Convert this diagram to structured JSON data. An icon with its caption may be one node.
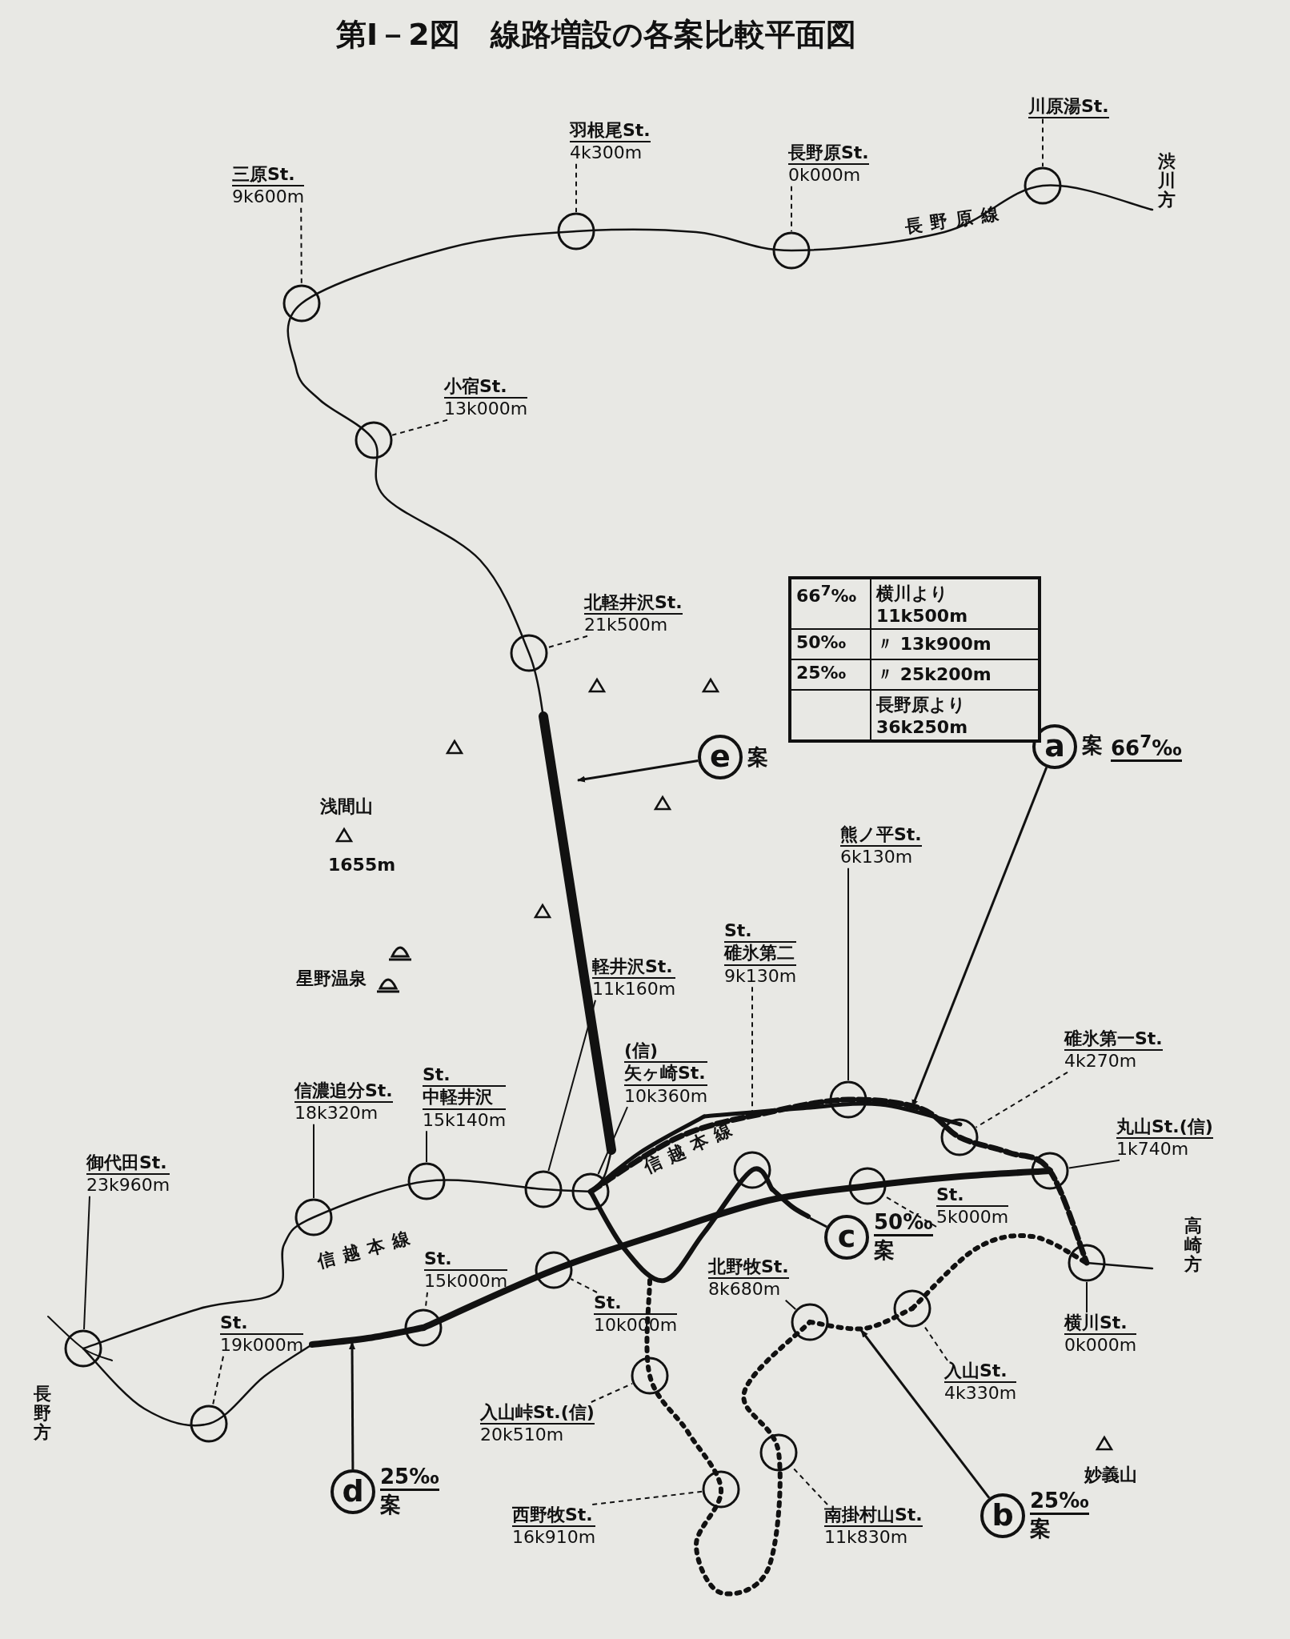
{
  "diagram": {
    "title": "第Ⅰ－2図　線路増設の各案比較平面図",
    "nodes": [
      {
        "text": [
          "川原湯St."
        ]
      },
      {
        "text": [
          "長野原St.",
          "0k000m"
        ]
      },
      {
        "text": [
          "羽根尾St.",
          "4k300m"
        ]
      },
      {
        "text": [
          "三原St.",
          "9k600m"
        ]
      },
      {
        "text": [
          "小宿St.",
          "13k000m"
        ]
      },
      {
        "text": [
          "北軽井沢St.",
          "21k500m"
        ]
      },
      {
        "text": [
          "熊ノ平St.",
          "6k130m"
        ]
      },
      {
        "text": [
          "軽井沢St.",
          "11k160m"
        ]
      },
      {
        "text": [
          "St.",
          "碓氷第二",
          "9k130m"
        ]
      },
      {
        "text": [
          "(信)",
          "矢ヶ崎St.",
          "10k360m"
        ]
      },
      {
        "text": [
          "信濃追分St.",
          "18k320m"
        ]
      },
      {
        "text": [
          "St.",
          "中軽井沢",
          "15k140m"
        ]
      },
      {
        "text": [
          "御代田St.",
          "23k960m"
        ]
      },
      {
        "text": [
          "St.",
          "19k000m"
        ]
      },
      {
        "text": [
          "St.",
          "15k000m"
        ]
      },
      {
        "text": [
          "St.",
          "10k000m"
        ]
      },
      {
        "text": [
          "入山峠St.(信)",
          "20k510m"
        ]
      },
      {
        "text": [
          "西野牧St.",
          "16k910m"
        ]
      },
      {
        "text": [
          "北野牧St.",
          "8k680m"
        ]
      },
      {
        "text": [
          "南掛村山St.",
          "11k830m"
        ]
      },
      {
        "text": [
          "入山St.",
          "4k330m"
        ]
      },
      {
        "text": [
          "横川St.",
          "0k000m"
        ]
      },
      {
        "text": [
          "丸山St.(信)",
          "1k740m"
        ]
      },
      {
        "text": [
          "碓氷第一St.",
          "4k270m"
        ]
      },
      {
        "text": [
          "St.",
          "5k000m"
        ]
      },
      {
        "text": [
          "a"
        ],
        "beside": [
          "案",
          "66$^{7}$‰"
        ]
      },
      {
        "text": [
          "e"
        ],
        "beside": [
          "案"
        ]
      },
      {
        "text": [
          "c"
        ],
        "beside": [
          "50‰",
          "案"
        ]
      },
      {
        "text": [
          "b"
        ],
        "beside": [
          "25‰",
          "案"
        ]
      },
      {
        "text": [
          "d"
        ],
        "beside": [
          "25‰",
          "案"
        ]
      },
      {
        "text": [],
        "shape": "circle"
      },
      {
        "text": [],
        "shape": "circle"
      },
      {
        "text": [],
        "shape": "circle"
      },
      {
        "text": [],
        "shape": "circle"
      },
      {
        "text": [],
        "shape": "circle"
      },
      {
        "text": [],
        "shape": "circle"
      },
      {
        "text": [],
        "shape": "circle"
      },
      {
        "text": [],
        "shape": "circle"
      },
      {
        "text": [],
        "shape": "circle"
      },
      {
        "text": [],
        "shape": "circle"
      },
      {
        "text": [],
        "shape": "circle"
      },
      {
        "text": [],
        "shape": "circle"
      },
      {
        "text": [],
        "shape": "circle"
      },
      {
        "text": [],
        "shape": "circle"
      },
      {
        "text": [],
        "shape": "circle"
      },
      {
        "text": [],
        "shape": "circle"
      },
      {
        "text": [],
        "shape": "circle"
      },
      {
        "text": [],
        "shape": "circle"
      },
      {
        "text": [],
        "shape": "circle"
      },
      {
        "text": [],
        "shape": "circle"
      },
      {
        "text": [],
        "shape": "circle"
      },
      {
        "text": [],
        "shape": "circle"
      },
      {
        "text": [],
        "shape": "circle"
      },
      {
        "text": [],
        "shape": "circle"
      },
      {
        "text": [],
        "shape": "circle"
      },
      {
        "text": [],
        "shape": "line"
      },
      {
        "text": [],
        "shape": "line"
      },
      {
        "text": [],
        "shape": "line"
      },
      {
        "text": [],
        "shape": "line"
      },
      {
        "text": [],
        "shape": "line"
      }
    ],
    "edges": [
      {
        "from": 0,
        "to": 30,
        "arrow": "none",
        "style": "dashed"
      },
      {
        "from": 1,
        "to": 31,
        "arrow": "none",
        "style": "dashed"
      },
      {
        "from": 2,
        "to": 32,
        "arrow": "none",
        "style": "dashed"
      },
      {
        "from": 3,
        "to": 33,
        "arrow": "none",
        "style": "dashed"
      },
      {
        "from": 4,
        "to": 34,
        "arrow": "none",
        "style": "dashed"
      },
      {
        "from": 5,
        "to": 35,
        "arrow": "none",
        "style": "dashed"
      },
      {
        "from": 6,
        "to": 36,
        "arrow": "none"
      },
      {
        "from": 7,
        "to": 37,
        "arrow": "none"
      },
      {
        "from": 8,
        "to": 55,
        "arrow": "none",
        "style": "dashed"
      },
      {
        "from": 9,
        "to": 38,
        "arrow": "none"
      },
      {
        "from": 10,
        "to": 39,
        "arrow": "none"
      },
      {
        "from": 11,
        "to": 40,
        "arrow": "none"
      },
      {
        "from": 12,
        "to": 41,
        "arrow": "none"
      },
      {
        "from": 13,
        "to": 42,
        "arrow": "none",
        "style": "dashed"
      },
      {
        "from": 14,
        "to": 43,
        "arrow": "none",
        "style": "dashed"
      },
      {
        "from": 15,
        "to": 44,
        "arrow": "none",
        "style": "dashed"
      },
      {
        "from": 16,
        "to": 45,
        "arrow": "none",
        "style": "dashed"
      },
      {
        "from": 17,
        "to": 46,
        "arrow": "none",
        "style": "dashed"
      },
      {
        "from": 18,
        "to": 47,
        "arrow": "none"
      },
      {
        "from": 19,
        "to": 48,
        "arrow": "none",
        "style": "dashed"
      },
      {
        "from": 20,
        "to": 49,
        "arrow": "none",
        "style": "dashed"
      },
      {
        "from": 21,
        "to": 50,
        "arrow": "none"
      },
      {
        "from": 22,
        "to": 51,
        "arrow": "none"
      },
      {
        "from": 23,
        "to": 52,
        "arrow": "none",
        "style": "dashed"
      },
      {
        "from": 24,
        "to": 53,
        "arrow": "none",
        "style": "dashed"
      },
      {
        "from": 25,
        "to": 55,
        "arrow": "to"
      },
      {
        "from": 26,
        "to": 56,
        "arrow": "to"
      },
      {
        "from": 27,
        "to": 57,
        "arrow": "none"
      },
      {
        "from": 28,
        "to": 58,
        "arrow": "to"
      },
      {
        "from": 29,
        "to": 59,
        "arrow": "to"
      }
    ],
    "labels": [
      "長野原線",
      "渋川方",
      "66$^{7}$‰",
      "横川より",
      "11k500m",
      "〃",
      "13k900m",
      "50‰",
      "〃",
      "25k200m",
      "25‰",
      "長野原より",
      "36k250m",
      "浅間山",
      "1655m",
      "星野温泉",
      "信越本線",
      "信越本線",
      "高崎方",
      "長野方",
      "妙義山"
    ]
  }
}
